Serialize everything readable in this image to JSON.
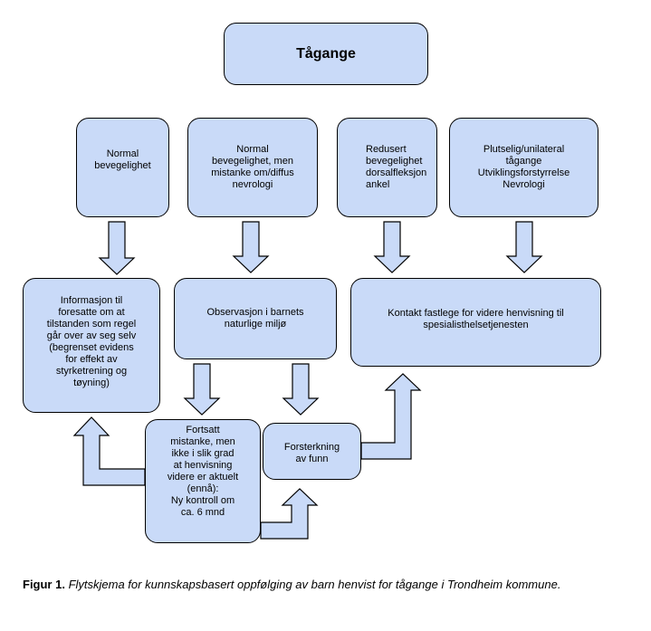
{
  "title": "Tågange",
  "nodes": {
    "normal_mobility": "Normal\nbevegelighet",
    "normal_neuro": "Normal\nbevegelighet, men\nmistanke om/diffus\nnevrologi",
    "reduced_dorsiflexion": "Redusert\nbevegelighet\ndorsalfleksjon\nankel",
    "sudden_unilateral": "Plutselig/unilateral\ntågange\nUtviklingsforstyrrelse\nNevrologi",
    "info_parents": "Informasjon til\nforesatte om at\ntilstanden som regel\ngår over av seg selv\n(begrenset evidens\nfor effekt av\nstyrketrening og\ntøyning)",
    "observation": "Observasjon i barnets\nnaturlige miljø",
    "contact_gp": "Kontakt fastlege for videre henvisning til\nspesialisthelsetjenesten",
    "still_suspicion": "Fortsatt\nmistanke, men\nikke i slik grad\nat henvisning\nvidere er aktuelt\n(ennå):\nNy kontroll om\nca. 6 mnd",
    "reinforcement": "Forsterkning\nav funn"
  },
  "caption": {
    "label": "Figur 1.",
    "text": "Flytskjema for kunnskapsbasert oppfølging av barn henvist for tågange i Trondheim kommune."
  }
}
